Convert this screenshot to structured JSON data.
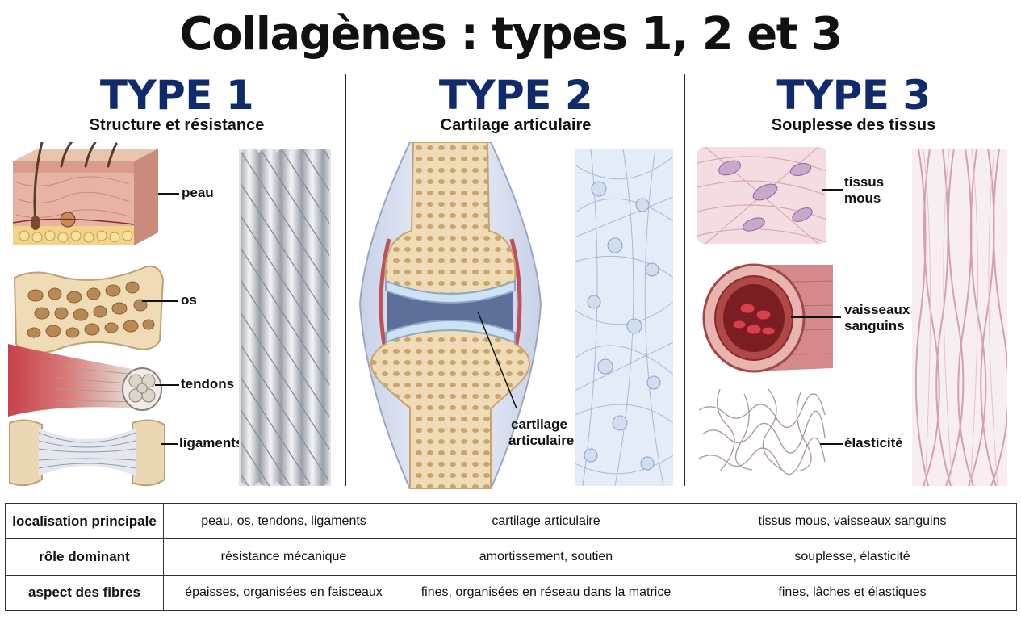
{
  "title": "Collagènes : types 1, 2 et 3",
  "colors": {
    "type_heading": "#0f2b6b",
    "text": "#111111",
    "divider": "#2a2a2a"
  },
  "types": [
    {
      "heading": "TYPE 1",
      "subtitle": "Structure et résistance",
      "labels": [
        "peau",
        "os",
        "tendons",
        "ligaments"
      ]
    },
    {
      "heading": "TYPE 2",
      "subtitle": "Cartilage articulaire",
      "labels": [
        "cartilage",
        "articulaire"
      ]
    },
    {
      "heading": "TYPE 3",
      "subtitle": "Souplesse des tissus",
      "labels": [
        "tissus",
        "mous",
        "vaisseaux",
        "sanguins",
        "élasticité"
      ]
    }
  ],
  "table": {
    "rows": [
      {
        "header": "localisation principale",
        "cells": [
          "peau, os, tendons, ligaments",
          "cartilage articulaire",
          "tissus mous, vaisseaux sanguins"
        ]
      },
      {
        "header": "rôle dominant",
        "cells": [
          "résistance mécanique",
          "amortissement, soutien",
          "souplesse, élasticité"
        ]
      },
      {
        "header": "aspect des fibres",
        "cells": [
          "épaisses, organisées en faisceaux",
          "fines, organisées en réseau dans la matrice",
          "fines, lâches et élastiques"
        ]
      }
    ]
  }
}
